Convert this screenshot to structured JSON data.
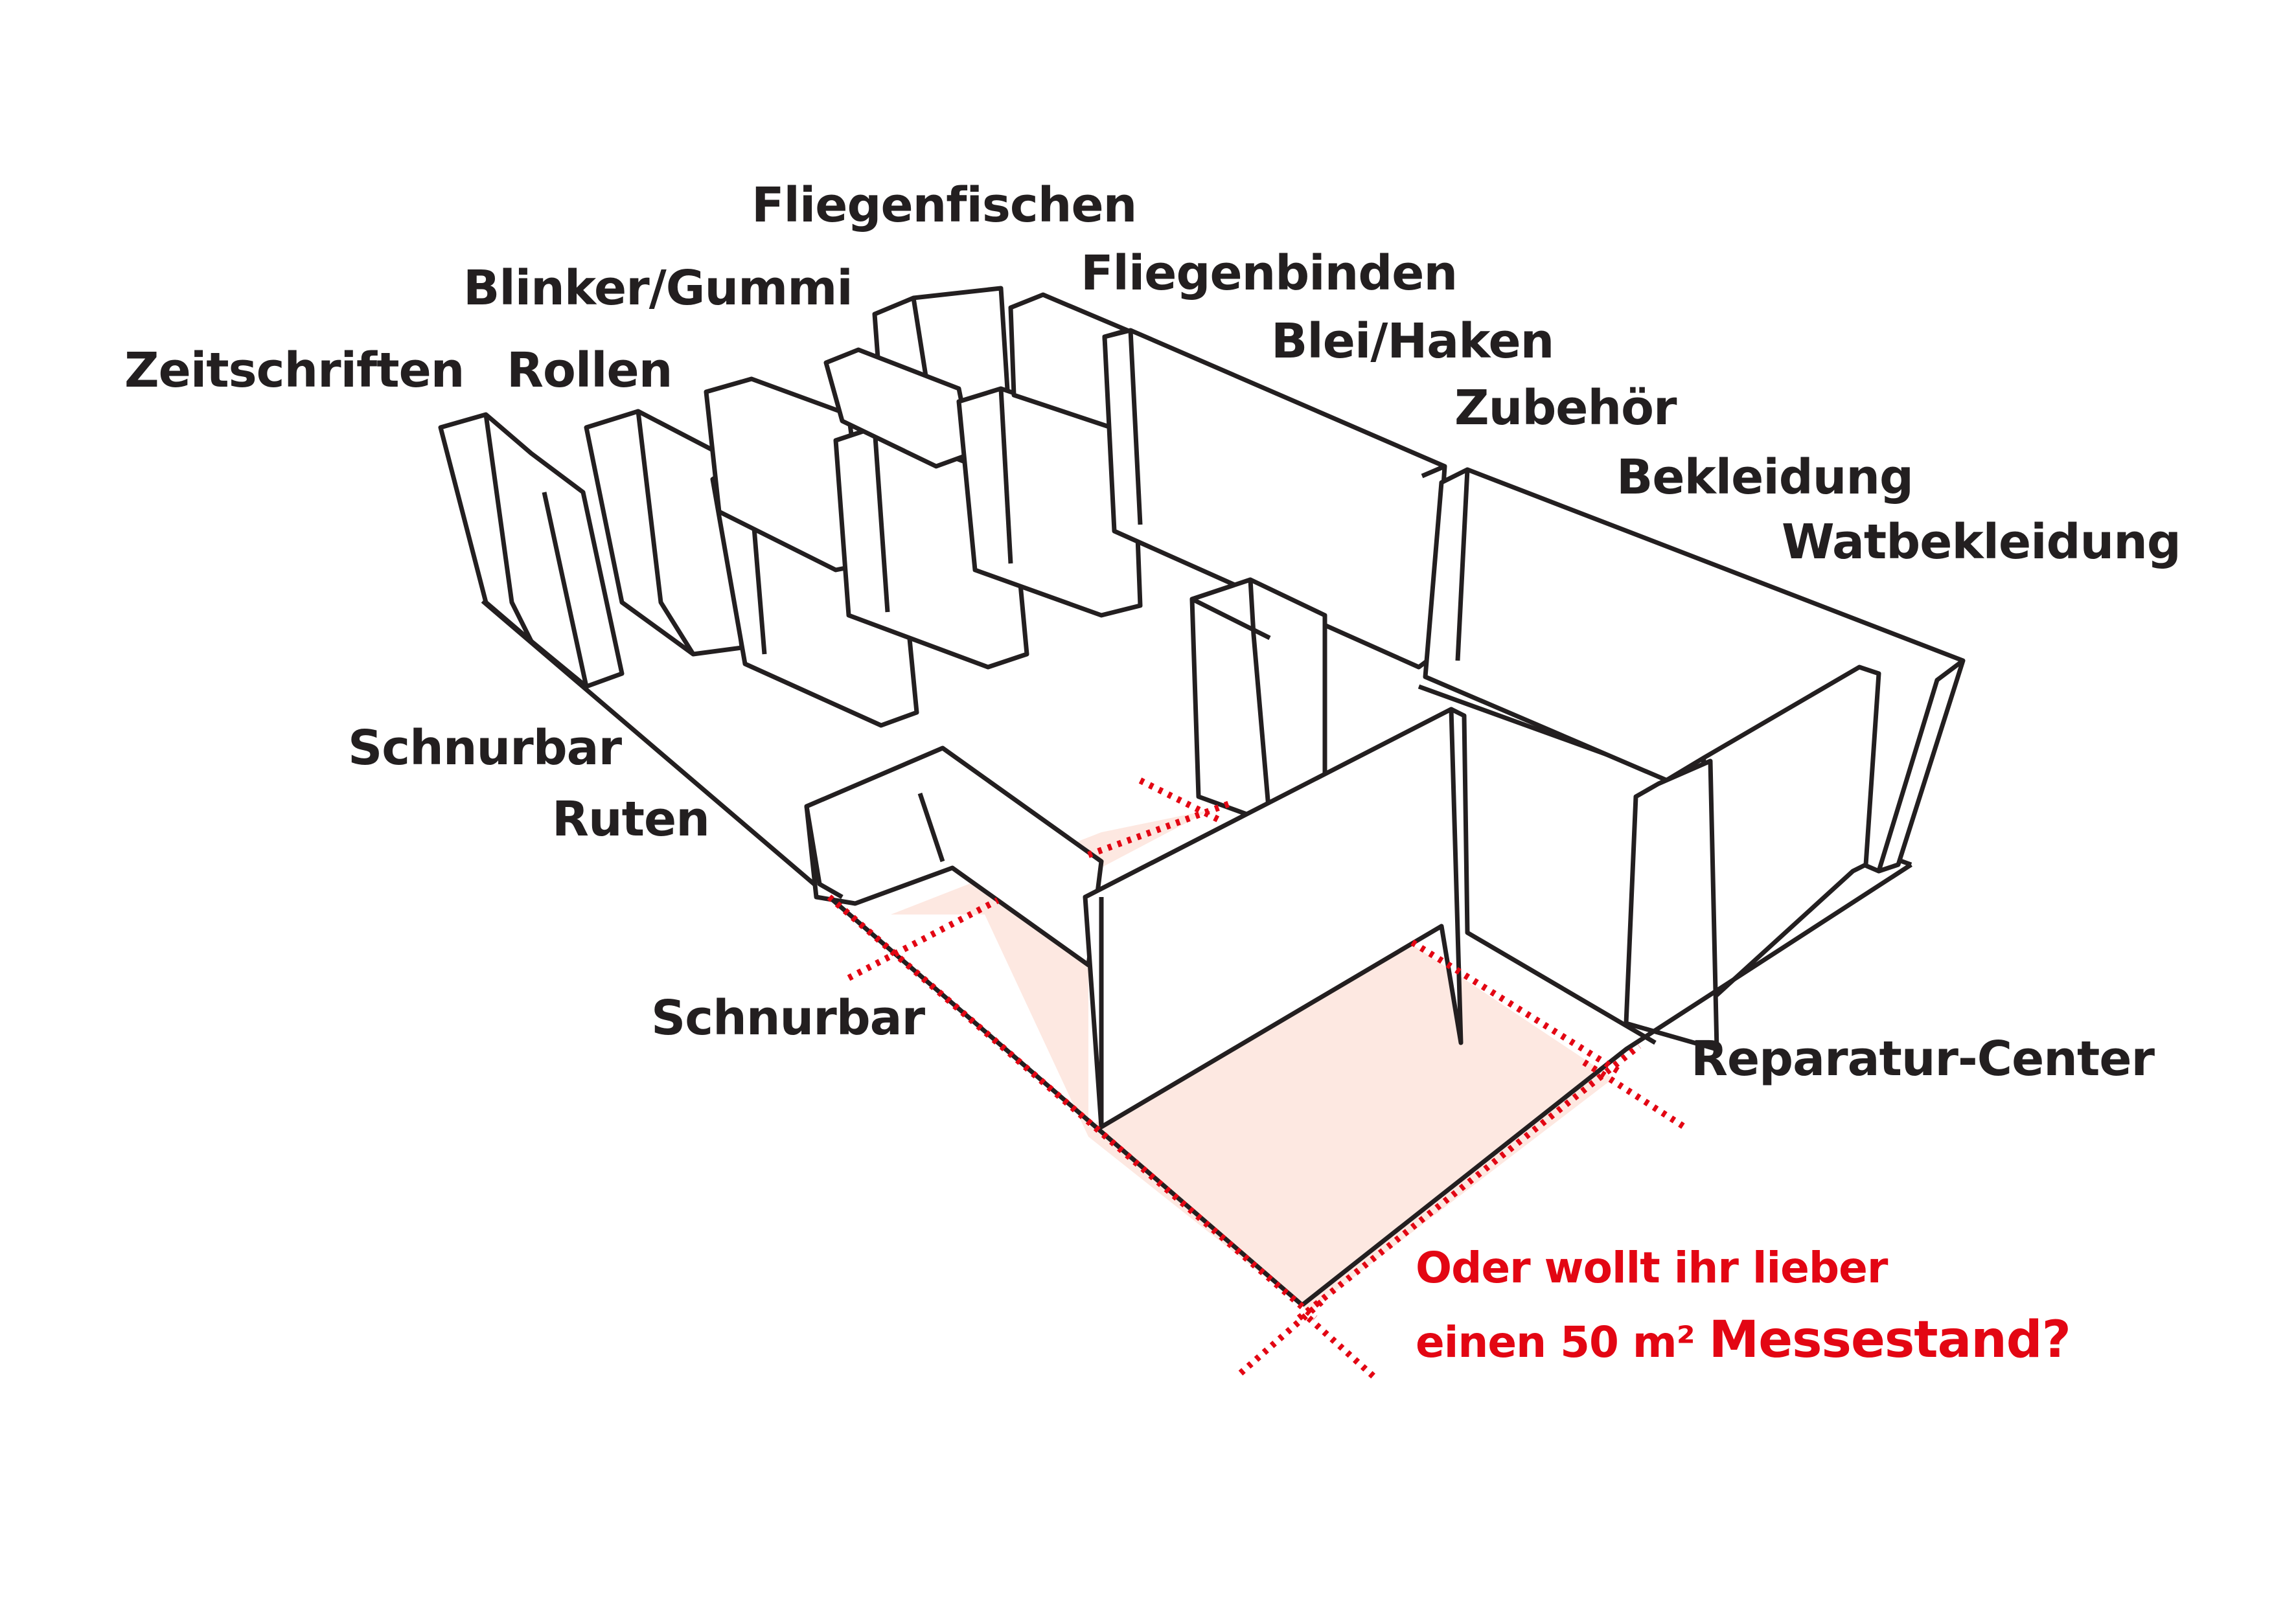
{
  "labels": {
    "fliegenfischen": "Fliegenfischen",
    "blinker_gummi": "Blinker/Gummi",
    "fliegenbinden": "Fliegenbinden",
    "blei_haken": "Blei/Haken",
    "zeitschriften": "Zeitschriften",
    "rollen": "Rollen",
    "zubehoer": "Zubehör",
    "bekleidung": "Bekleidung",
    "watbekleidung": "Watbekleidung",
    "schnurbar_left": "Schnurbar",
    "ruten": "Ruten",
    "schnurbar_bottom": "Schnurbar",
    "reparatur_center": "Reparatur-Center"
  },
  "question": {
    "line1": "Oder wollt ihr lieber",
    "line2_prefix": "einen 50 m² ",
    "line2_emphasis": "Messestand?"
  },
  "colors": {
    "ink": "#231f20",
    "accent_red": "#e30613",
    "highlight_fill": "#fde8e1"
  }
}
